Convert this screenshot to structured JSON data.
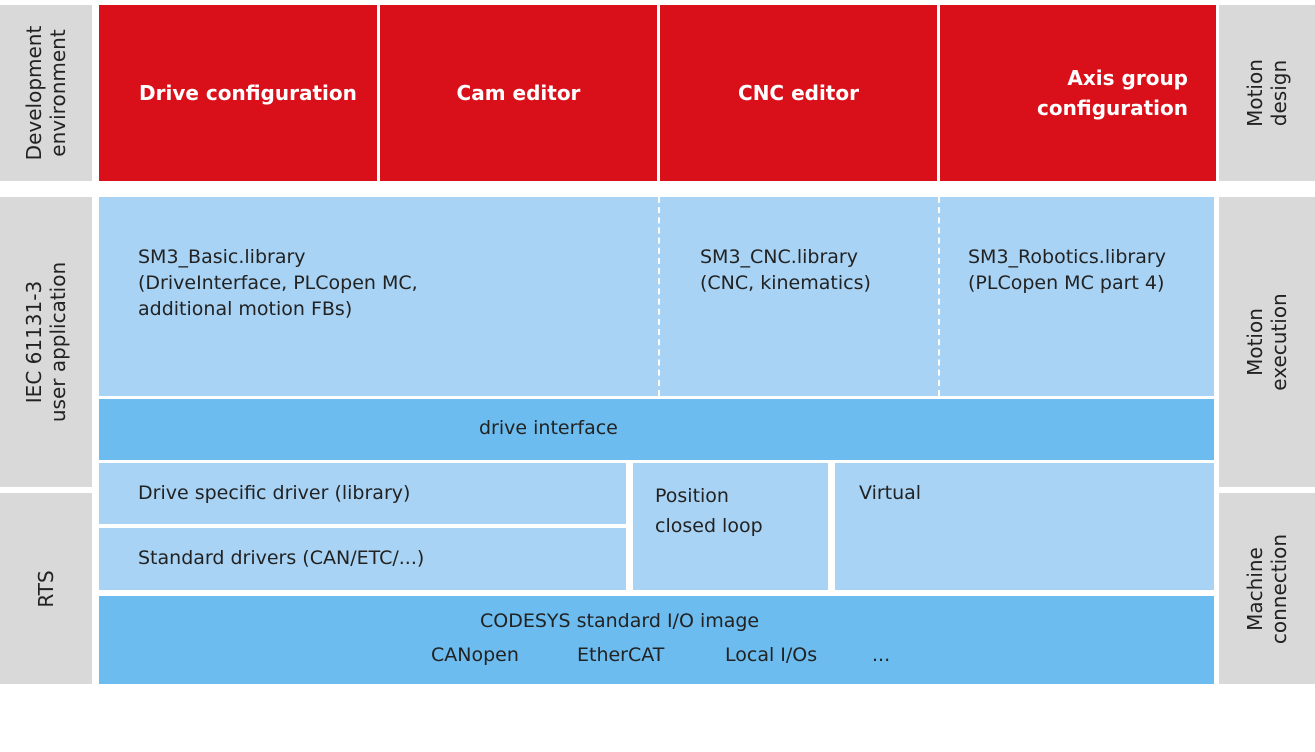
{
  "left_labels": {
    "development": "Development\nenvironment",
    "iec": "IEC 61131-3\nuser application",
    "rts": "RTS"
  },
  "right_labels": {
    "motion_design": "Motion\ndesign",
    "motion_execution": "Motion\nexecution",
    "machine_connection": "Machine\nconnection"
  },
  "editors": {
    "drive_configuration": "Drive configuration",
    "cam_editor": "Cam editor",
    "cnc_editor": "CNC editor",
    "axis_group": "Axis group\nconfiguration"
  },
  "libraries": {
    "sm3_basic": "SM3_Basic.library\n(DriveInterface, PLCopen MC,\nadditional motion FBs)",
    "sm3_cnc": "SM3_CNC.library\n(CNC, kinematics)",
    "sm3_robotics": "SM3_Robotics.library\n(PLCopen MC part 4)"
  },
  "drive_interface": "drive interface",
  "drivers": {
    "drive_specific": "Drive specific driver (library)",
    "standard": "Standard drivers (CAN/ETC/...)",
    "position_closed_loop": "Position\nclosed loop",
    "virtual": "Virtual"
  },
  "io_image": {
    "title": "CODESYS standard I/O image",
    "items": [
      "CANopen",
      "EtherCAT",
      "Local I/Os",
      "..."
    ]
  },
  "colors": {
    "red": "#d9101a",
    "light_blue": "#a8d3f4",
    "medium_blue": "#6cbcef",
    "gray": "#d9d9d9"
  }
}
